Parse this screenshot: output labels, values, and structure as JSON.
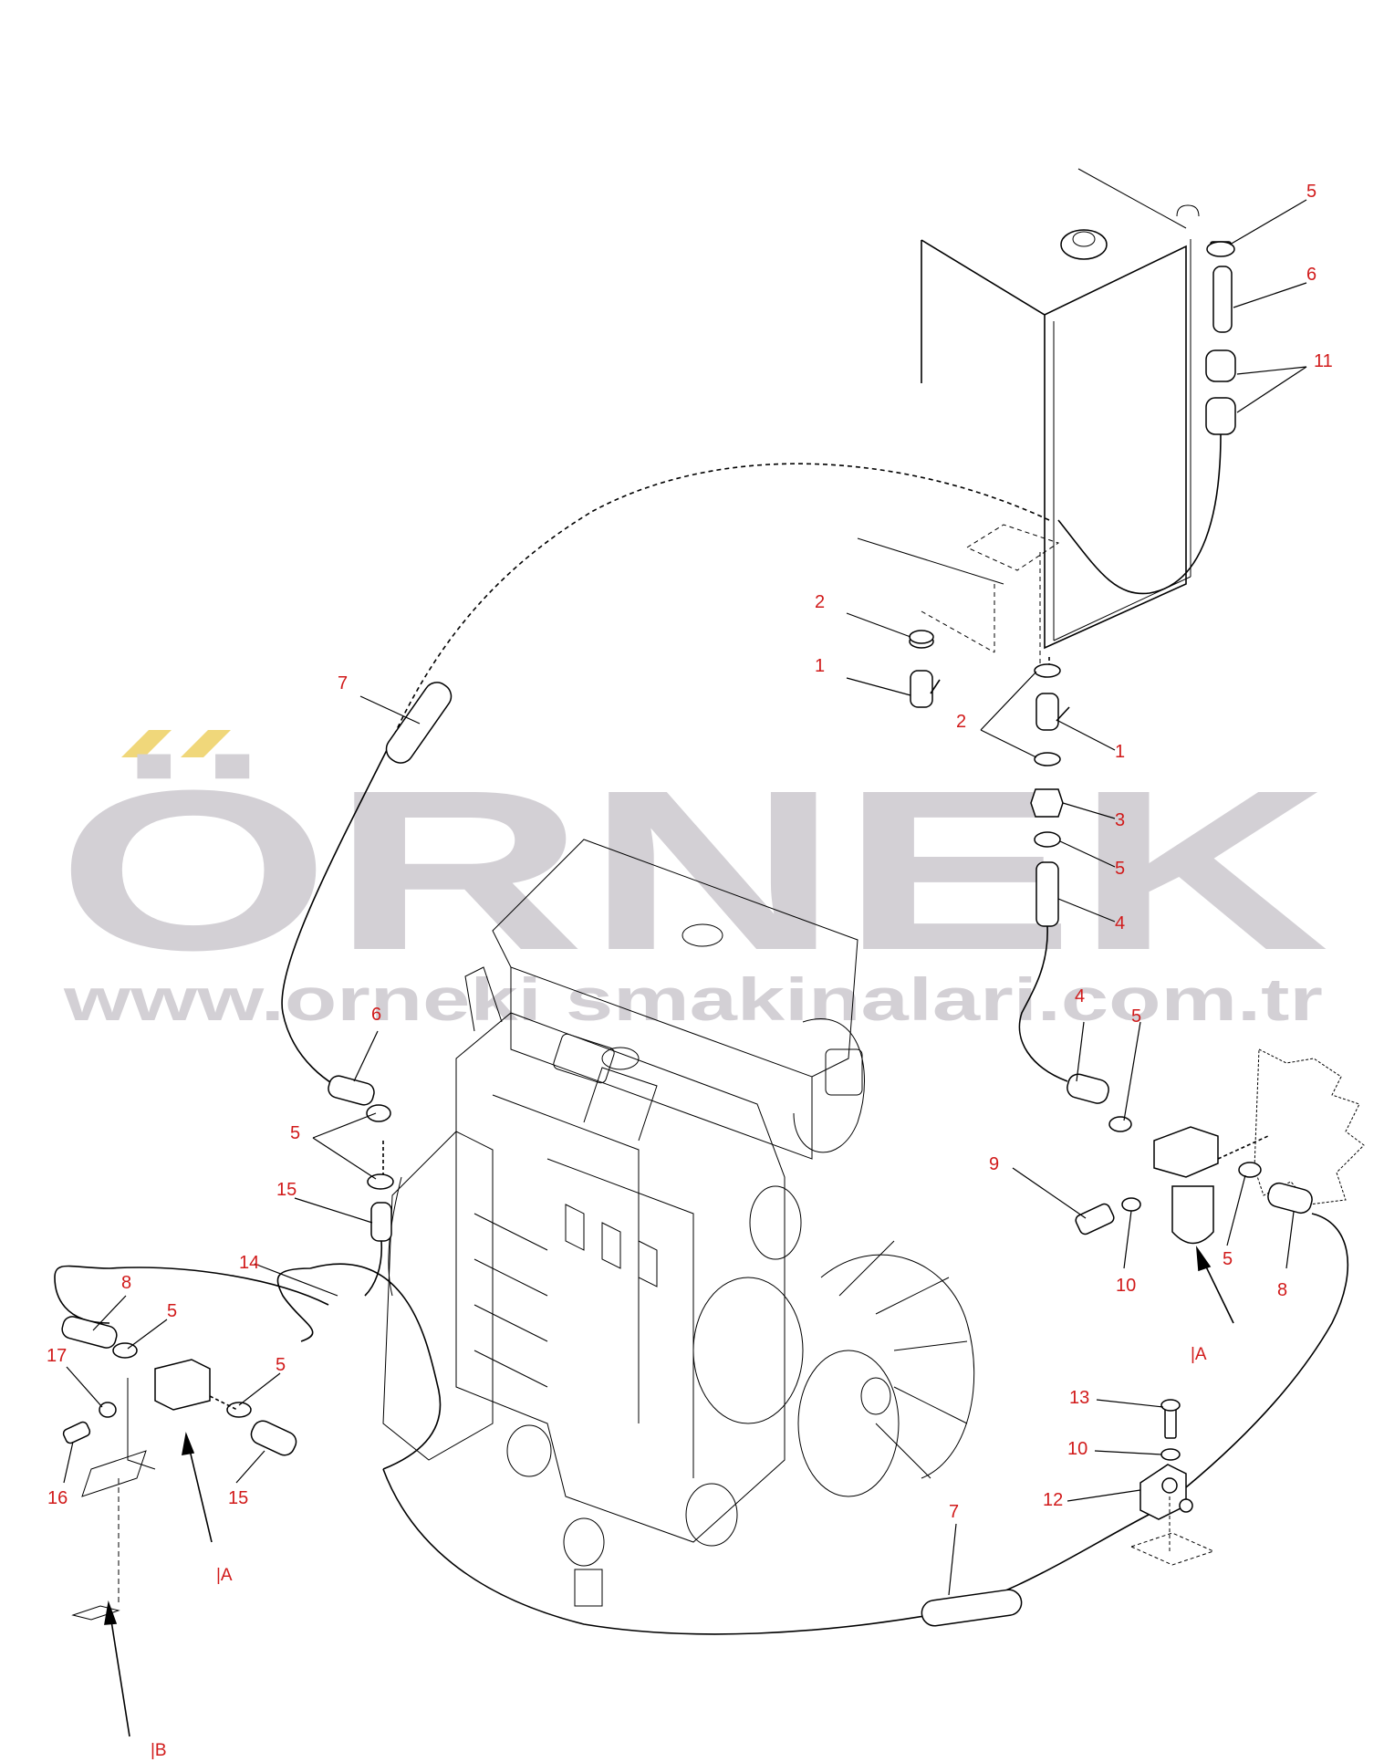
{
  "watermark": {
    "brand": "ÖRNEK",
    "url": "www.orneki smakinalari.com.tr",
    "color": "#d3d0d5",
    "accent_color": "#f0d77a"
  },
  "callout_color": "#d11a1a",
  "callouts": [
    {
      "id": "c5a",
      "text": "5"
    },
    {
      "id": "c6a",
      "text": "6"
    },
    {
      "id": "c11",
      "text": "11"
    },
    {
      "id": "c2a",
      "text": "2"
    },
    {
      "id": "c1a",
      "text": "1"
    },
    {
      "id": "c2b",
      "text": "2"
    },
    {
      "id": "c1b",
      "text": "1"
    },
    {
      "id": "c3",
      "text": "3"
    },
    {
      "id": "c5b",
      "text": "5"
    },
    {
      "id": "c4a",
      "text": "4"
    },
    {
      "id": "c7a",
      "text": "7"
    },
    {
      "id": "c4b",
      "text": "4"
    },
    {
      "id": "c5c",
      "text": "5"
    },
    {
      "id": "c6b",
      "text": "6"
    },
    {
      "id": "c5d",
      "text": "5"
    },
    {
      "id": "c15a",
      "text": "15"
    },
    {
      "id": "c9",
      "text": "9"
    },
    {
      "id": "c10a",
      "text": "10"
    },
    {
      "id": "c5e",
      "text": "5"
    },
    {
      "id": "c8a",
      "text": "8"
    },
    {
      "id": "c14",
      "text": "14"
    },
    {
      "id": "c8b",
      "text": "8"
    },
    {
      "id": "c5f",
      "text": "5"
    },
    {
      "id": "c17",
      "text": "17"
    },
    {
      "id": "c5g",
      "text": "5"
    },
    {
      "id": "c16",
      "text": "16"
    },
    {
      "id": "c15b",
      "text": "15"
    },
    {
      "id": "c13",
      "text": "13"
    },
    {
      "id": "c10b",
      "text": "10"
    },
    {
      "id": "c12",
      "text": "12"
    },
    {
      "id": "c7b",
      "text": "7"
    }
  ],
  "view_labels": [
    {
      "id": "vA1",
      "text": "|A"
    },
    {
      "id": "vA2",
      "text": "|A"
    },
    {
      "id": "vB",
      "text": "|B"
    }
  ]
}
